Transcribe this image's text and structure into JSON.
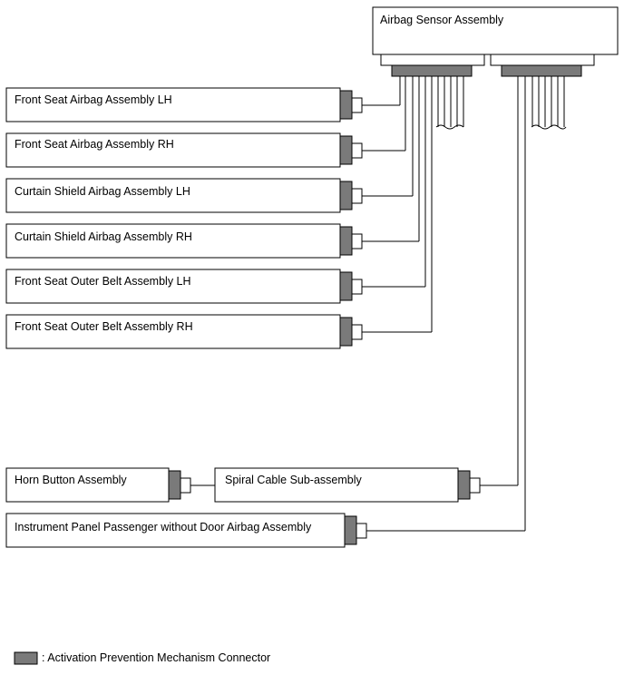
{
  "components": {
    "sensor": "Airbag Sensor Assembly",
    "front_seat_lh": "Front Seat Airbag Assembly LH",
    "front_seat_rh": "Front Seat Airbag Assembly RH",
    "curtain_lh": "Curtain Shield Airbag Assembly LH",
    "curtain_rh": "Curtain Shield Airbag Assembly RH",
    "belt_lh": "Front Seat Outer Belt Assembly LH",
    "belt_rh": "Front Seat Outer Belt Assembly RH",
    "horn": "Horn Button Assembly",
    "spiral": "Spiral Cable Sub-assembly",
    "instrument_panel": "Instrument Panel Passenger without Door Airbag Assembly"
  },
  "legend": {
    "label": ": Activation Prevention Mechanism Connector",
    "swatch_color": "#7a7a7a"
  }
}
